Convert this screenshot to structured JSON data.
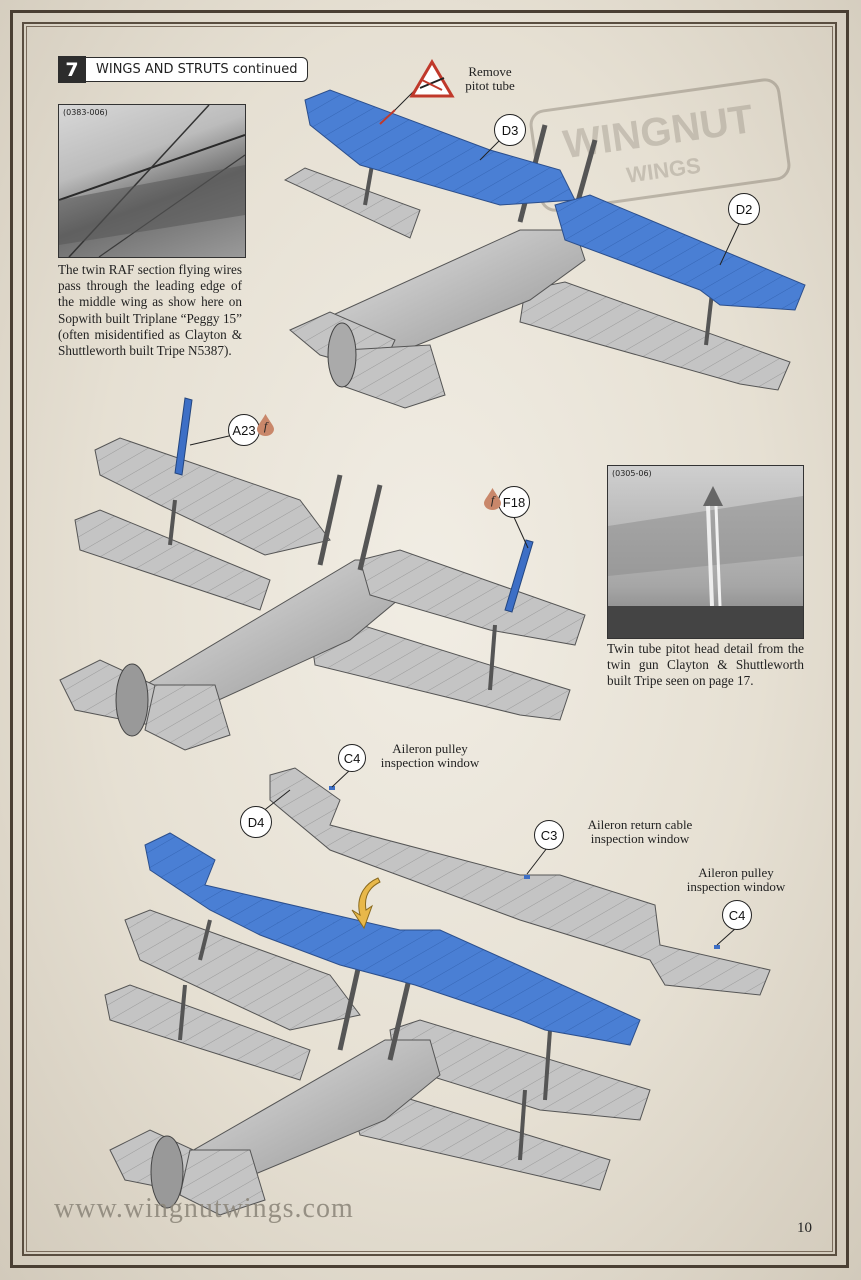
{
  "step": {
    "number": "7",
    "title": "WINGS AND STRUTS continued"
  },
  "photos": [
    {
      "id": "(0383-006)",
      "caption": "The twin RAF section flying wires pass through the leading edge of the middle wing as show here on Sopwith built Triplane “Peggy 15” (often misidentified as Clayton & Shuttleworth built Tripe N5387)."
    },
    {
      "id": "(0305-06)",
      "caption": "Twin tube pitot head detail from the twin gun Clayton & Shuttleworth built Tripe seen on page 17."
    }
  ],
  "warning": {
    "text": "Remove pitot tube",
    "icon": "remove-warning-icon"
  },
  "callouts": {
    "d3": "D3",
    "d2": "D2",
    "a23": "A23",
    "f18": "F18",
    "c4_top": "C4",
    "d4": "D4",
    "c3": "C3",
    "c4_right": "C4"
  },
  "paint_ref": {
    "letter": "f",
    "color": "#c9876a"
  },
  "notes": {
    "pulley_top": "Aileron pulley inspection window",
    "return_cable": "Aileron return cable inspection window",
    "pulley_right": "Aileron pulley inspection window"
  },
  "logo": {
    "line1": "WINGNUT",
    "line2": "WINGS"
  },
  "footer": {
    "website": "www.wingnutwings.com",
    "page_number": "10"
  },
  "colors": {
    "highlight_blue": "#4a7fd4",
    "part_grey": "#bcbcbc",
    "frame": "#4a3f33"
  }
}
